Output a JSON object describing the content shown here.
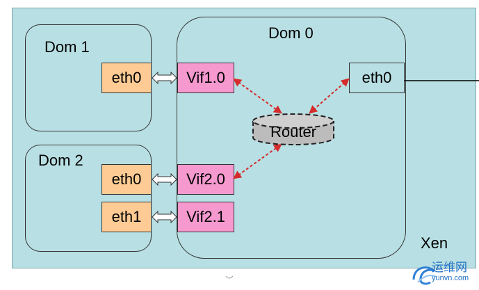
{
  "diagram": {
    "outer_label": "Xen",
    "dom1": {
      "title": "Dom 1",
      "iface": "eth0"
    },
    "dom2": {
      "title": "Dom 2",
      "ifaces": [
        "eth0",
        "eth1"
      ]
    },
    "dom0": {
      "title": "Dom 0",
      "vifs": [
        "Vif1.0",
        "Vif2.0",
        "Vif2.1"
      ],
      "eth": "eth0",
      "router": "Router"
    },
    "watermark": {
      "text": "运维网",
      "subtext": "yunvn.com"
    },
    "colors": {
      "background": "#b8dfe3",
      "eth_box": "#fdcb93",
      "vif_box": "#f599cf",
      "router": "#bcbcbc",
      "red_dashed": "#d62b2b"
    }
  }
}
